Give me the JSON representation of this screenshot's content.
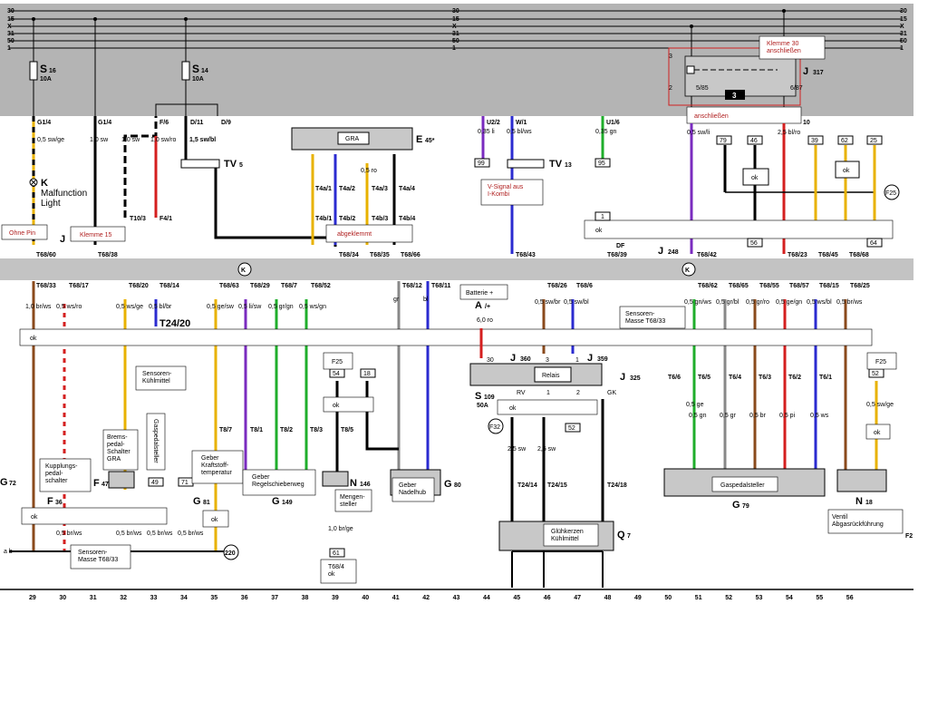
{
  "rails": [
    "30",
    "15",
    "X",
    "31",
    "50",
    "1"
  ],
  "fuses": [
    {
      "name": "S",
      "num": "16",
      "amp": "10A"
    },
    {
      "name": "S",
      "num": "14",
      "amp": "10A"
    }
  ],
  "bus_marker": "K",
  "relay_317": {
    "name": "J",
    "num": "317",
    "pin_left_top": "3",
    "pin_left_bottom": "2",
    "pin_mid": "5/85",
    "pin_right": "6/87",
    "badge": "3"
  },
  "notes": {
    "klemme30": "Klemme 30\nanschließen",
    "anschliessen": "anschließen",
    "ohne_pin": "Ohne Pin",
    "klemme15": "Klemme 15",
    "vsignal": "V-Signal aus\nI-Kombi",
    "abgeklemmt": "abgeklemmt"
  },
  "upper_components": {
    "malfunction": {
      "code": "K",
      "text1": "Malfunction",
      "text2": "Light"
    },
    "tv5": {
      "name": "TV",
      "num": "5"
    },
    "tv13": {
      "name": "TV",
      "num": "13"
    },
    "e45": {
      "name": "E",
      "num": "45*",
      "box": "GRA"
    },
    "j2_label": "J",
    "j248": {
      "name": "J",
      "num": "248",
      "sub": "DF"
    },
    "ok_labels": [
      "ok",
      "ok",
      "ok"
    ]
  },
  "upper_connectors": [
    "G1/4",
    "G1/4",
    "F/6",
    "D/11",
    "D/9",
    "U2/2",
    "W/1",
    "U1/6",
    "10"
  ],
  "upper_wires": [
    "0,5 sw/ge",
    "1,0 sw",
    "1,0 sw",
    "1,0 sw/ro",
    "1,5 sw/bl",
    "0,35 li",
    "0,5 bl/ws",
    "0,35 gn",
    "0,5 sw/li",
    "2,5 bl/ro",
    "0,5 ro"
  ],
  "t_labels_upper": [
    "T10/3",
    "F4/1",
    "T4a/1",
    "T4a/2",
    "T4a/3",
    "T4a/4",
    "T4b/1",
    "T4b/2",
    "T4b/3",
    "T4b/4",
    "T68/60",
    "T68/38",
    "T68/34",
    "T68/35",
    "T68/66",
    "T68/43",
    "T68/39",
    "T68/42",
    "T68/23",
    "T68/45",
    "T68/68"
  ],
  "small_nums_upper": [
    "79",
    "46",
    "39",
    "62",
    "25",
    "99",
    "95",
    "1",
    "56",
    "64",
    "F25"
  ],
  "lower_top_labels": [
    "T68/33",
    "T68/17",
    "T68/20",
    "T68/14",
    "T68/63",
    "T68/29",
    "T68/7",
    "T68/52",
    "T68/12",
    "T68/11",
    "T68/26",
    "T68/6",
    "T68/62",
    "T68/65",
    "T68/55",
    "T68/57",
    "T68/15",
    "T68/25"
  ],
  "lower_top_wires": [
    "1,0 br/ws",
    "0,5 ws/ro",
    "0,5 ws/ge",
    "0,5 bl/br",
    "0,5 ge/sw",
    "0,5 li/sw",
    "0,5 gr/gn",
    "0,5 ws/gn",
    "gr",
    "bl",
    "0,5 sw/br",
    "0,5 sw/bl",
    "0,5 gn/ws",
    "0,5 gr/bl",
    "0,5 gr/ro",
    "0,5 ge/gn",
    "0,5 ws/bl",
    "0,5 br/ws"
  ],
  "lower_components": {
    "t24_20": "T24/20",
    "a": {
      "name": "A",
      "sub": "/+",
      "wire": "6,0 ro"
    },
    "batterie": "Batterie +",
    "sensoren_masse": "Sensoren-\nMasse T68/33",
    "sensoren_kuehl": "Sensoren-\nKühlmittel",
    "j360": {
      "name": "J",
      "num": "360"
    },
    "j359": {
      "name": "J",
      "num": "359"
    },
    "j325": {
      "name": "J",
      "num": "325"
    },
    "relais": "Relais",
    "s109": {
      "name": "S",
      "num": "109",
      "amp": "50A"
    },
    "f32": "F32",
    "g72": {
      "name": "G",
      "num": "72"
    },
    "f36": {
      "name": "F",
      "num": "36"
    },
    "f47": {
      "name": "F",
      "num": "47"
    },
    "g81": {
      "name": "G",
      "num": "81"
    },
    "g149": {
      "name": "G",
      "num": "149"
    },
    "n146": {
      "name": "N",
      "num": "146"
    },
    "g80": {
      "name": "G",
      "num": "80"
    },
    "q7": {
      "name": "Q",
      "num": "7"
    },
    "g79": {
      "name": "G",
      "num": "79"
    },
    "n18": {
      "name": "N",
      "num": "18"
    },
    "kupplung": "Kupplungs-\npedal-\nschalter",
    "brems": "Brems-\npedal-\nSchalter\nGRA",
    "gaspedal_v": "Gaspedalsteller",
    "geber_kraft": "Geber\nKraftstoff-\ntemperatur",
    "geber_regel": "Geber\nRegelschieberweg",
    "mengen": "Mengen-\nsteller",
    "geber_nadel": "Geber\nNadelhub",
    "gluehkerzen": "Glühkerzen\nKühlmittel",
    "gaspedal_h": "Gaspedalsteller",
    "ventil": "Ventil\nAbgasrückführung",
    "ok": "ok",
    "f25": "F25",
    "f2": "F2",
    "masse_circle": "220",
    "ab": "a b",
    "t68_4": "T68/4\nok"
  },
  "t_small_lower": [
    "T8/7",
    "T8/1",
    "T8/2",
    "T8/3",
    "T8/5",
    "T6/6",
    "T6/5",
    "T6/4",
    "T6/3",
    "T6/2",
    "T6/1",
    "T24/14",
    "T24/15",
    "T24/18"
  ],
  "lower_wires_mid": [
    "0,5 ge",
    "0,5 gn",
    "0,5 gr",
    "0,5 br",
    "0,5 pi",
    "0,5 ws",
    "0,5 sw/ge",
    "2,5 sw",
    "2,5 sw",
    "0,5 br/ws",
    "0,5 br/ws",
    "0,5 br/ws",
    "0,5 br/ws",
    "1,0 br/ge"
  ],
  "lower_small_nums": [
    "54",
    "18",
    "52",
    "52",
    "49",
    "71",
    "61",
    "30",
    "3",
    "1",
    "2",
    "1",
    "RV",
    "GK"
  ],
  "columns": [
    "29",
    "30",
    "31",
    "32",
    "33",
    "34",
    "35",
    "36",
    "37",
    "38",
    "39",
    "40",
    "41",
    "42",
    "43",
    "44",
    "45",
    "46",
    "47",
    "48",
    "49",
    "50",
    "51",
    "52",
    "53",
    "54",
    "55",
    "56"
  ],
  "colors": {
    "band": "#b4b4b4",
    "bus_band": "#c3c3c3",
    "note": "#b02020",
    "wire_purple": "#7a2bbf",
    "wire_blue": "#2b2bd0",
    "wire_green": "#1fae2b",
    "wire_red": "#d41f1f",
    "wire_yellow": "#e8b200",
    "wire_brown": "#8a4a1c"
  }
}
